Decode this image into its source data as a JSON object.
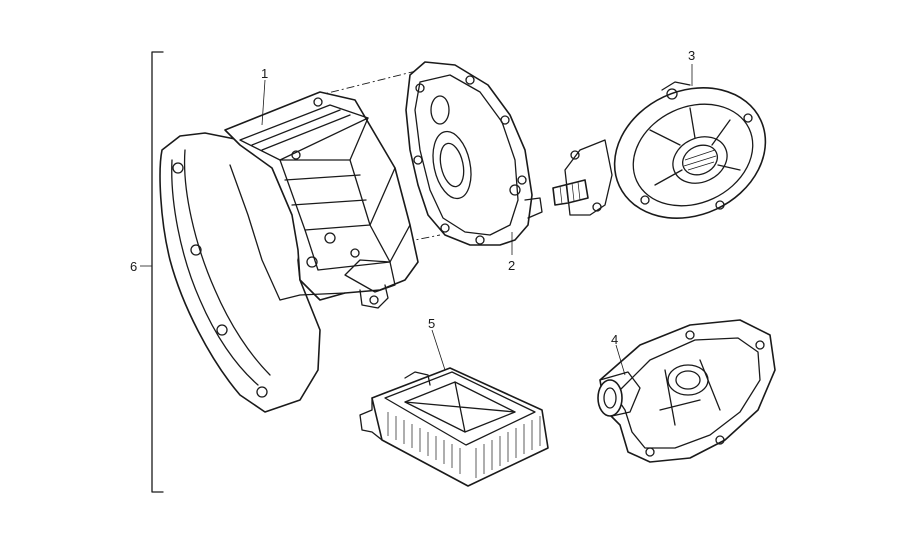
{
  "diagram": {
    "labels": [
      {
        "id": "label-1",
        "text": "1"
      },
      {
        "id": "label-2",
        "text": "2"
      },
      {
        "id": "label-3",
        "text": "3"
      },
      {
        "id": "label-4",
        "text": "4"
      },
      {
        "id": "label-5",
        "text": "5"
      },
      {
        "id": "label-6",
        "text": "6"
      }
    ]
  }
}
